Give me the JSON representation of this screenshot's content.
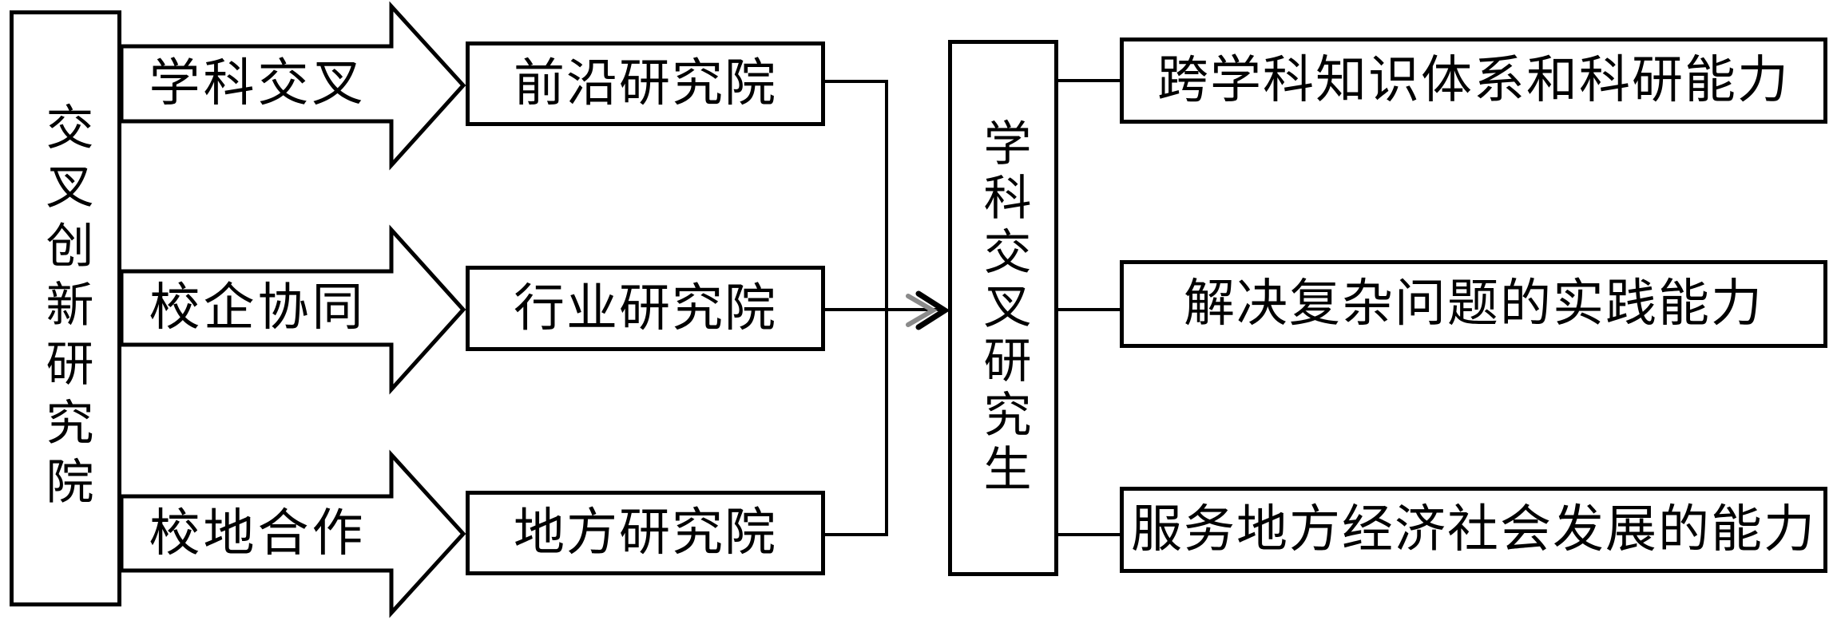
{
  "diagram_type": "flowchart",
  "source_box": {
    "label": "交叉创新研究院"
  },
  "center_box": {
    "label": "学科交叉研究生"
  },
  "rows": [
    {
      "arrow_label": "学科交叉",
      "institute": "前沿研究院",
      "outcome": "跨学科知识体系和科研能力"
    },
    {
      "arrow_label": "校企协同",
      "institute": "行业研究院",
      "outcome": "解决复杂问题的实践能力"
    },
    {
      "arrow_label": "校地合作",
      "institute": "地方研究院",
      "outcome": "服务地方经济社会发展的能力"
    }
  ],
  "colors": {
    "stroke": "#000000",
    "fill": "#ffffff",
    "background": "#ffffff"
  }
}
